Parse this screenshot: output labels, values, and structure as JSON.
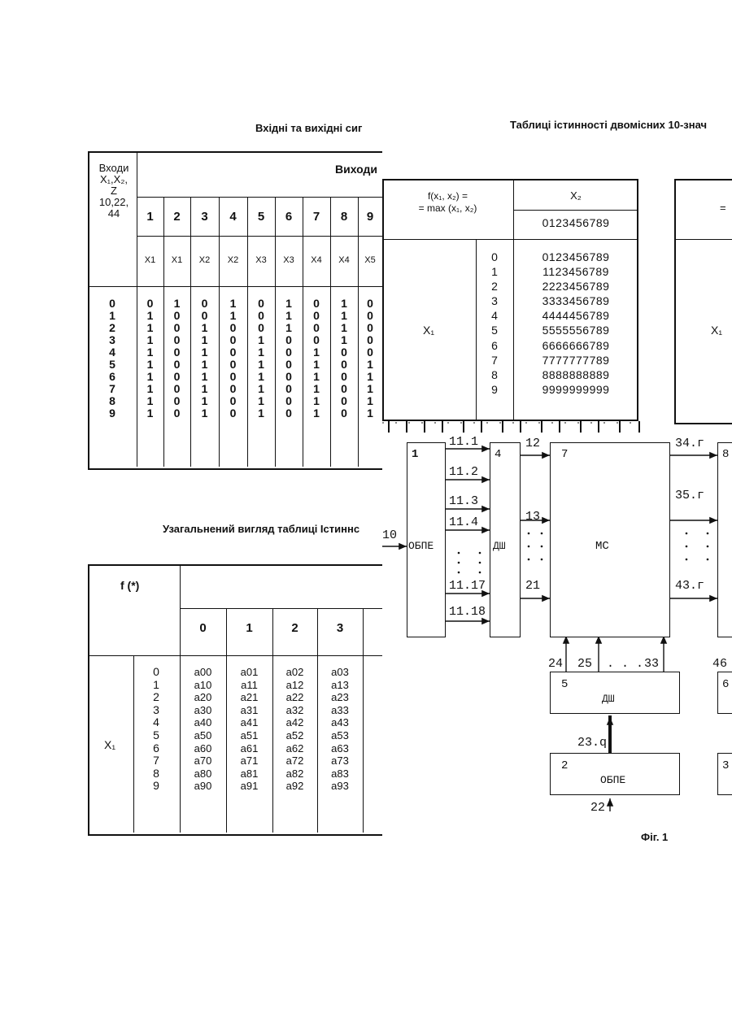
{
  "titles": {
    "left_top": "Вхідні та вихідні сиг",
    "right_top": "Таблиці істинності двомісних 10-знач",
    "left_bottom": "Узагальнений вигляд таблиці Істиннс"
  },
  "io_table": {
    "header_inputs": [
      "Входи",
      "X₁,X₂,",
      "Z",
      "10,22,",
      "44"
    ],
    "header_outputs": "Виходи",
    "col_numbers": [
      "1",
      "2",
      "3",
      "4",
      "5",
      "6",
      "7",
      "8",
      "9"
    ],
    "col_vars": [
      "X1",
      "X1",
      "X2",
      "X2",
      "X3",
      "X3",
      "X4",
      "X4",
      "X5"
    ],
    "row_labels": [
      "0",
      "1",
      "2",
      "3",
      "4",
      "5",
      "6",
      "7",
      "8",
      "9"
    ],
    "columns": [
      [
        "0",
        "1",
        "1",
        "1",
        "1",
        "1",
        "1",
        "1",
        "1",
        "1"
      ],
      [
        "1",
        "0",
        "0",
        "0",
        "0",
        "0",
        "0",
        "0",
        "0",
        "0"
      ],
      [
        "0",
        "0",
        "1",
        "1",
        "1",
        "1",
        "1",
        "1",
        "1",
        "1"
      ],
      [
        "1",
        "1",
        "0",
        "0",
        "0",
        "0",
        "0",
        "0",
        "0",
        "0"
      ],
      [
        "0",
        "0",
        "0",
        "1",
        "1",
        "1",
        "1",
        "1",
        "1",
        "1"
      ],
      [
        "1",
        "1",
        "1",
        "0",
        "0",
        "0",
        "0",
        "0",
        "0",
        "0"
      ],
      [
        "0",
        "0",
        "0",
        "0",
        "1",
        "1",
        "1",
        "1",
        "1",
        "1"
      ],
      [
        "1",
        "1",
        "1",
        "1",
        "0",
        "0",
        "0",
        "0",
        "0",
        "0"
      ],
      [
        "0",
        "0",
        "0",
        "0",
        "0",
        "1",
        "1",
        "1",
        "1",
        "1"
      ]
    ]
  },
  "gen_table": {
    "header": "f (*)",
    "col_numbers": [
      "0",
      "1",
      "2",
      "3"
    ],
    "row_var": "X₁",
    "row_labels": [
      "0",
      "1",
      "2",
      "3",
      "4",
      "5",
      "6",
      "7",
      "8",
      "9"
    ],
    "columns": [
      [
        "a00",
        "a10",
        "a20",
        "a30",
        "a40",
        "a50",
        "a60",
        "a70",
        "a80",
        "a90"
      ],
      [
        "a01",
        "a11",
        "a21",
        "a31",
        "a41",
        "a51",
        "a61",
        "a71",
        "a81",
        "a91"
      ],
      [
        "a02",
        "a12",
        "a22",
        "a32",
        "a42",
        "a52",
        "a62",
        "a72",
        "a82",
        "a92"
      ],
      [
        "a03",
        "a13",
        "a23",
        "a33",
        "a43",
        "a53",
        "a63",
        "a73",
        "a83",
        "a93"
      ]
    ]
  },
  "max_table": {
    "func_line1": "f(x₁, x₂) =",
    "func_line2": "= max (x₁, x₂)",
    "x2_label": "X₂",
    "x2_digits": "0123456789",
    "x1_label": "X₁",
    "row_labels": [
      "0",
      "1",
      "2",
      "3",
      "4",
      "5",
      "6",
      "7",
      "8",
      "9"
    ],
    "rows": [
      "0123456789",
      "1123456789",
      "2223456789",
      "3333456789",
      "4444456789",
      "5555556789",
      "6666666789",
      "7777777789",
      "8888888889",
      "9999999999"
    ],
    "right_x1": "X₁",
    "right_eq": "="
  },
  "diagram": {
    "block1_num": "1",
    "block1_label": "ОБПЕ",
    "block4_num": "4",
    "block4_label": "ДШ",
    "block7_num": "7",
    "block7_label": "МС",
    "block5_num": "5",
    "block5_label": "ДШ",
    "block2_num": "2",
    "block2_label": "ОБПЕ",
    "block8_num": "8",
    "block6_num": "6",
    "block3_num": "3",
    "in10": "10",
    "lines_11": [
      "11.1",
      "11.2",
      "11.3",
      "11.4",
      "11.17",
      "11.18"
    ],
    "lines_mid": [
      "12",
      "13",
      "21"
    ],
    "lines_out": [
      "34.г",
      "35.г",
      "43.г"
    ],
    "bottom_nums": [
      "24",
      "25",
      ". . .",
      "33"
    ],
    "num46": "46",
    "bus23": "23.q",
    "in22": "22",
    "fig": "Фіг. 1"
  }
}
